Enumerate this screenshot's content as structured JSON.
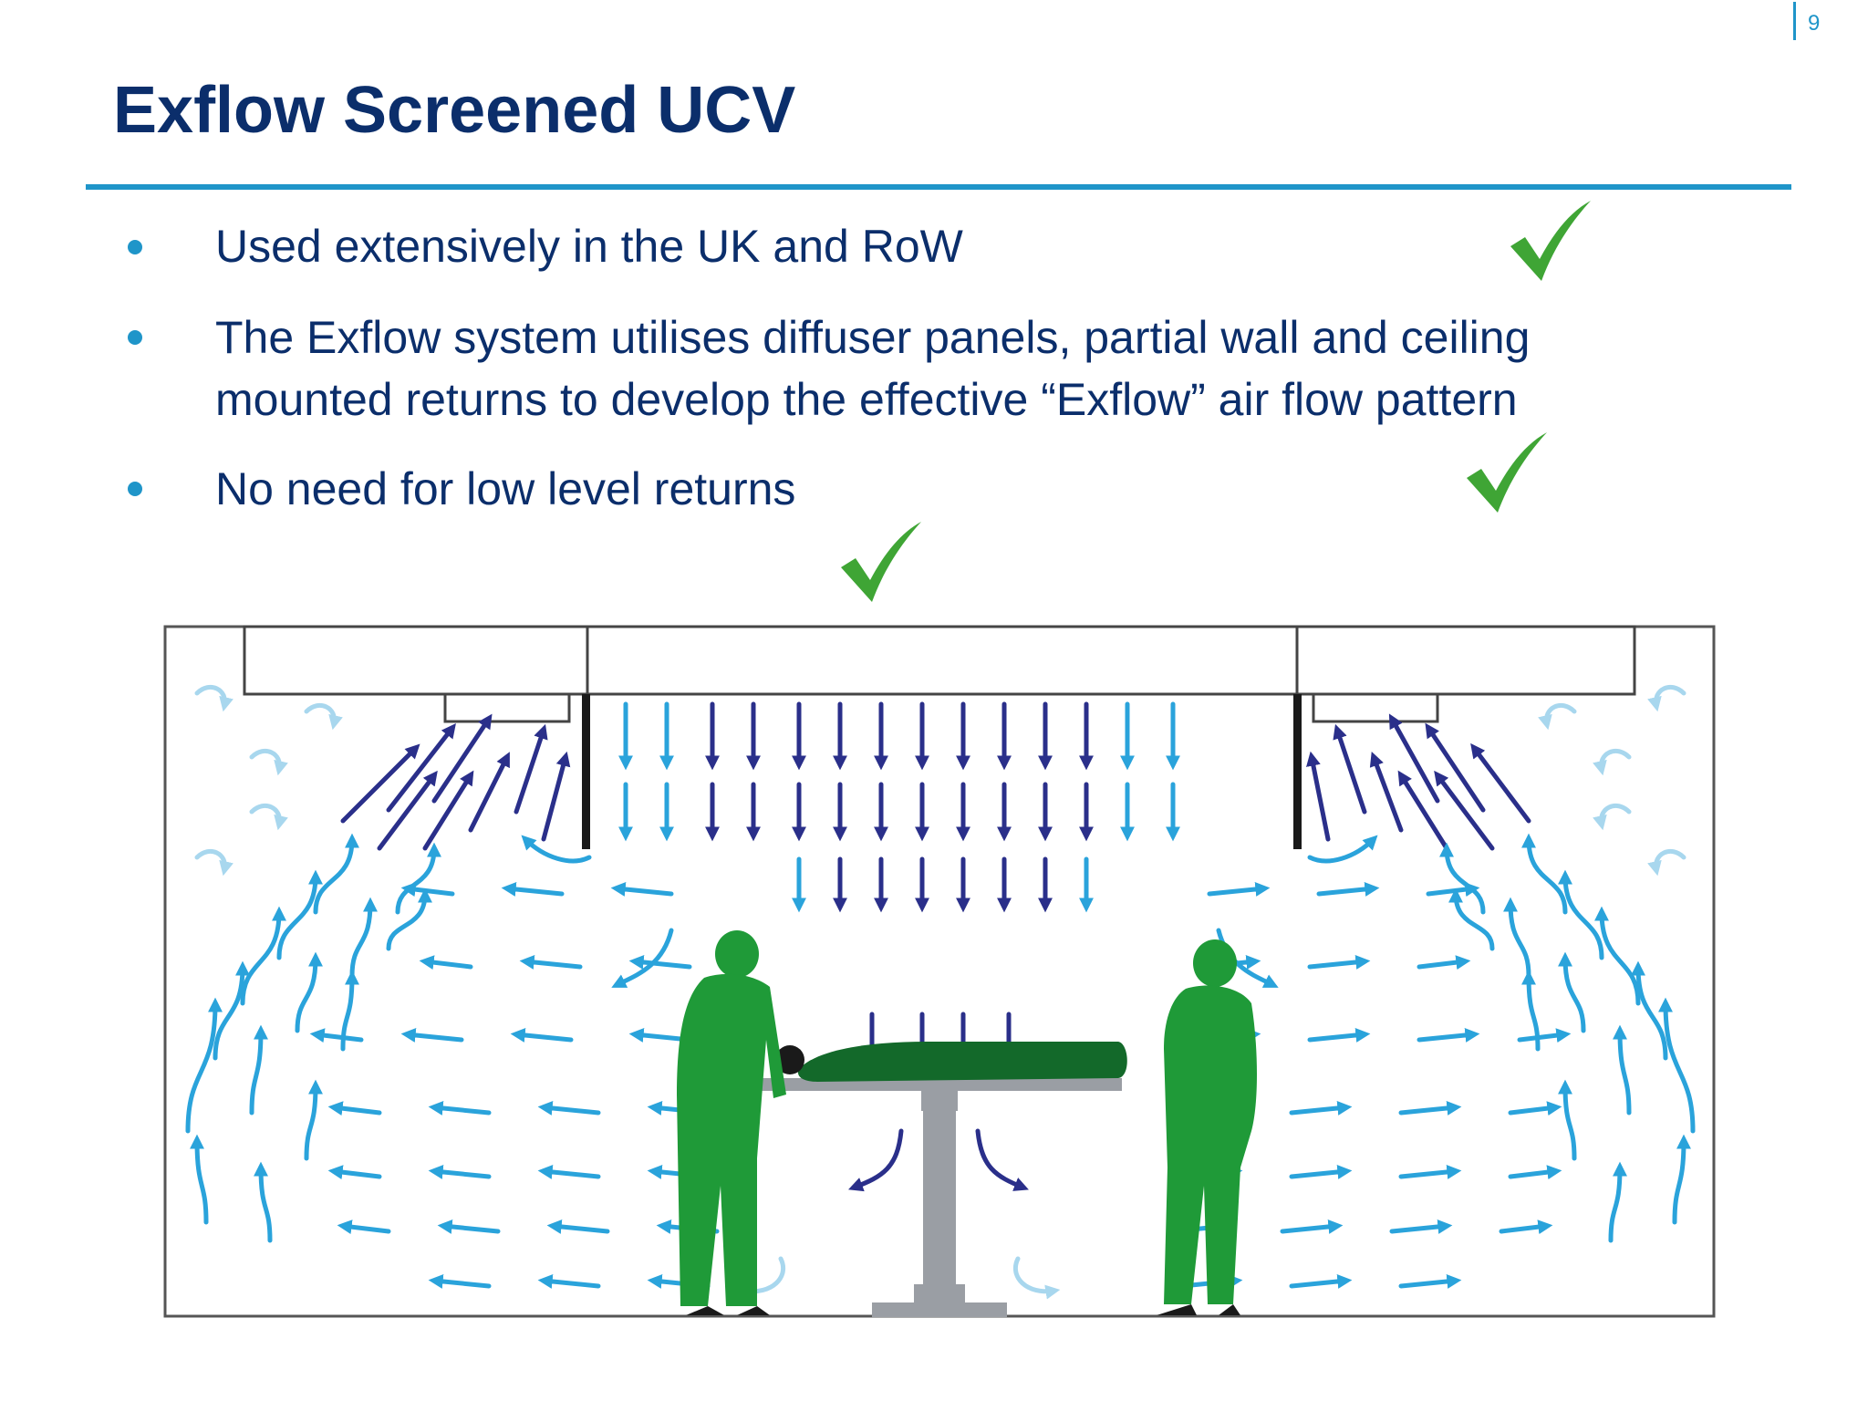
{
  "page": {
    "number": "9"
  },
  "title": "Exflow Screened UCV",
  "bullets": [
    {
      "lines": [
        "Used extensively in the UK  and RoW"
      ]
    },
    {
      "lines": [
        "The Exflow system utilises diffuser panels, partial wall and ceiling",
        "mounted returns to develop the effective “Exflow” air flow pattern"
      ]
    },
    {
      "lines": [
        "No need for low level returns"
      ]
    }
  ],
  "colors": {
    "title": "#0b2e6b",
    "accent": "#1f95c9",
    "check": "#3fa535",
    "arrow_dark": "#2a2f8a",
    "arrow_light": "#2aa3db",
    "arrow_pale": "#a8d7ee",
    "staff": "#1f9a38",
    "table": "#9a9ea4"
  },
  "icons": [
    "check-icon",
    "check-icon",
    "check-icon"
  ]
}
